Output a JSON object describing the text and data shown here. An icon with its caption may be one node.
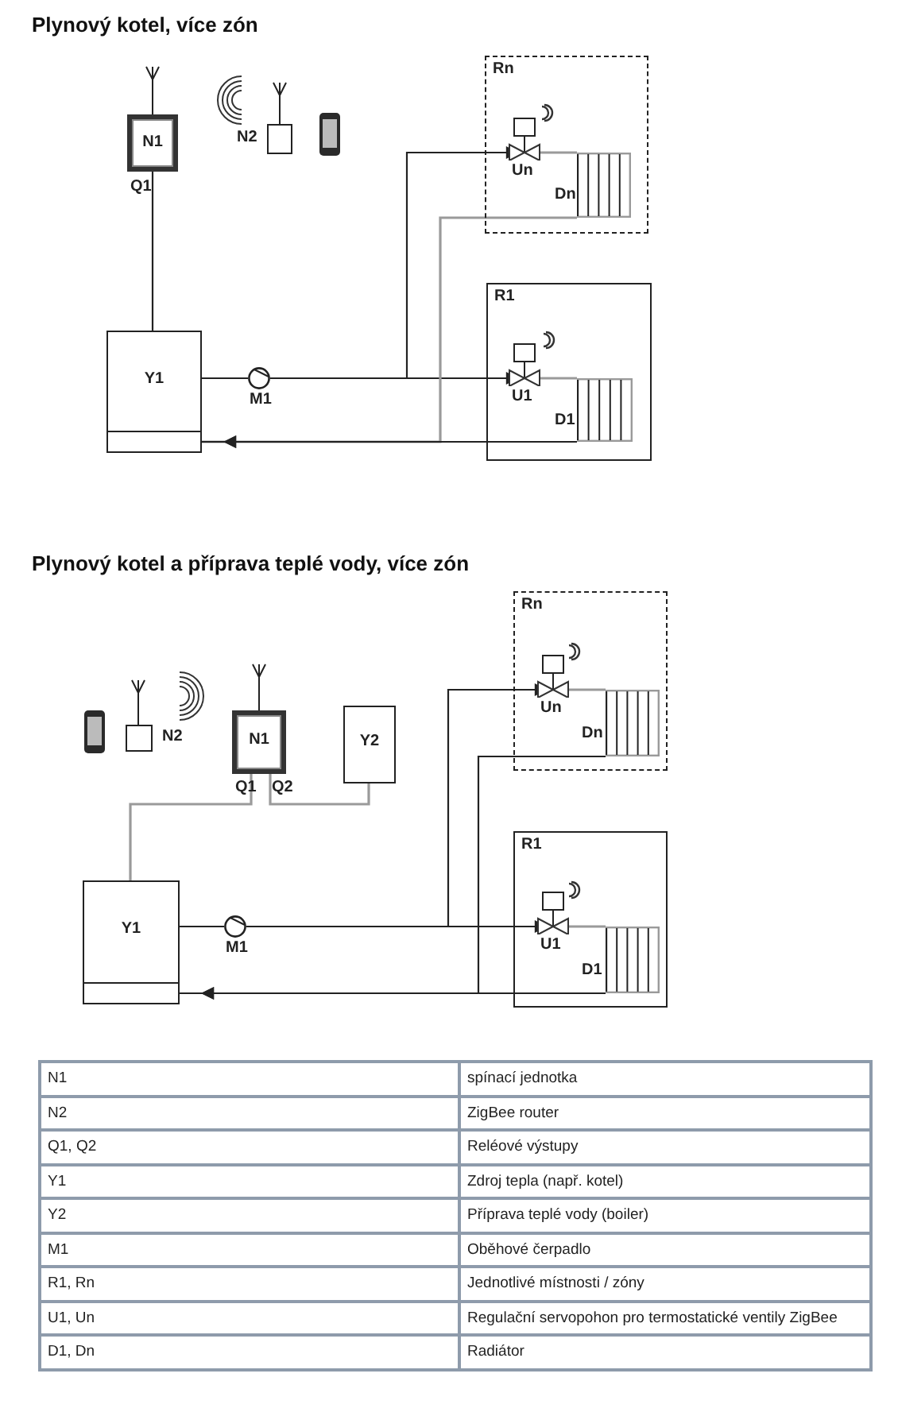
{
  "diagram": {
    "nodes": [
      {
        "text": [
          "N1"
        ],
        "beside": [
          "Q1"
        ]
      },
      {
        "text": [
          "N2"
        ]
      },
      {
        "text": [
          "Y1"
        ]
      },
      {
        "text": [
          "M1"
        ]
      },
      {
        "text": [
          "Rn"
        ]
      },
      {
        "text": [
          "Un"
        ],
        "in": 4
      },
      {
        "text": [
          "Dn"
        ],
        "in": 4
      },
      {
        "text": [
          "R1"
        ]
      },
      {
        "text": [
          "U1"
        ],
        "in": 7
      },
      {
        "text": [
          "D1"
        ],
        "in": 7
      },
      {
        "text": [
          "N2"
        ]
      },
      {
        "text": [
          "N1"
        ],
        "beside": [
          "Q1",
          "Q2"
        ]
      },
      {
        "text": [
          "Y2"
        ]
      },
      {
        "text": [
          "Rn"
        ]
      },
      {
        "text": [
          "Un"
        ],
        "in": 13
      },
      {
        "text": [
          "Dn"
        ],
        "in": 13
      },
      {
        "text": [
          "Y1"
        ]
      },
      {
        "text": [
          "M1"
        ]
      },
      {
        "text": [
          "R1"
        ]
      },
      {
        "text": [
          "U1"
        ],
        "in": 18
      },
      {
        "text": [
          "D1"
        ],
        "in": 18
      }
    ],
    "edges": [
      {
        "from": 0,
        "to": 2,
        "arrow": "none"
      },
      {
        "from": 2,
        "to": 3,
        "arrow": "none"
      },
      {
        "from": 3,
        "to": 8,
        "arrow": "to"
      },
      {
        "from": 3,
        "to": 5,
        "arrow": "to"
      },
      {
        "from": 5,
        "to": 6,
        "arrow": "none",
        "color": "#9a9a9a"
      },
      {
        "from": 8,
        "to": 9,
        "arrow": "none",
        "color": "#9a9a9a"
      },
      {
        "from": 6,
        "to": 2,
        "arrow": "to",
        "color": "#9a9a9a"
      },
      {
        "from": 9,
        "to": 2,
        "arrow": "to"
      },
      {
        "from": 11,
        "to": 16,
        "arrow": "none",
        "color": "#9a9a9a"
      },
      {
        "from": 11,
        "to": 12,
        "arrow": "none",
        "color": "#9a9a9a"
      },
      {
        "from": 16,
        "to": 17,
        "arrow": "none"
      },
      {
        "from": 17,
        "to": 19,
        "arrow": "to"
      },
      {
        "from": 17,
        "to": 14,
        "arrow": "to"
      },
      {
        "from": 14,
        "to": 15,
        "arrow": "none",
        "color": "#9a9a9a"
      },
      {
        "from": 19,
        "to": 20,
        "arrow": "none",
        "color": "#9a9a9a"
      },
      {
        "from": 15,
        "to": 16,
        "arrow": "to"
      },
      {
        "from": 20,
        "to": 16,
        "arrow": "to"
      }
    ],
    "labels": [
      "Plynový kotel, více zón",
      "Plynový kotel a příprava teplé vody, více zón",
      "N1",
      "spínací jednotka",
      "N2",
      "ZigBee router",
      "Q1, Q2",
      "Reléové výstupy",
      "Y1",
      "Zdroj tepla (např. kotel)",
      "Y2",
      "Příprava teplé vody (boiler)",
      "M1",
      "Oběhové čerpadlo",
      "R1, Rn",
      "Jednotlivé místnosti / zóny",
      "U1, Un",
      "Regulační servopohon pro termostatické ventily ZigBee",
      "D1, Dn",
      "Radiátor"
    ]
  }
}
